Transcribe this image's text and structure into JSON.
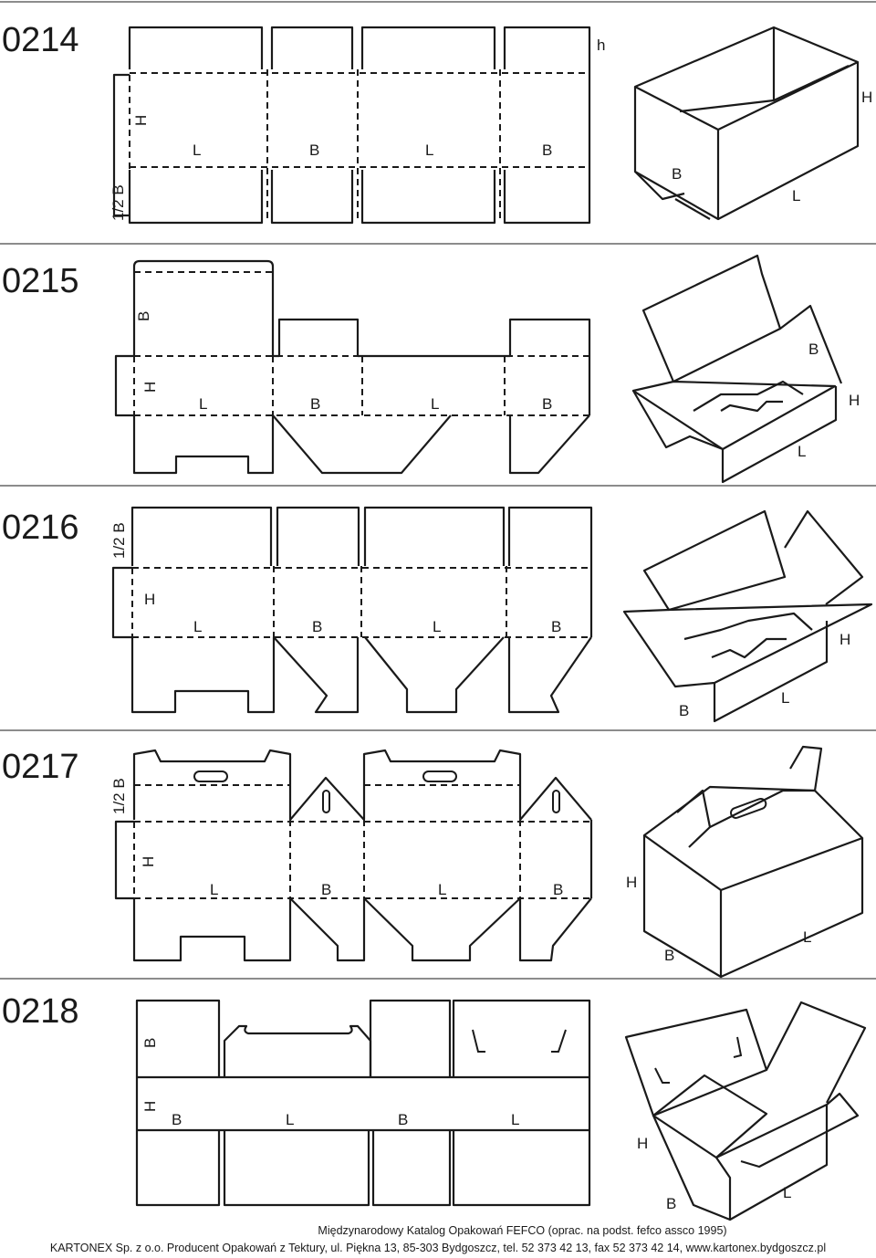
{
  "sections": [
    {
      "code": "0214",
      "net_labels": {
        "side": "1/2 B",
        "height": "H",
        "panels": [
          "L",
          "B",
          "L",
          "B"
        ],
        "top": "h"
      },
      "view_labels": [
        "H",
        "B",
        "L"
      ]
    },
    {
      "code": "0215",
      "net_labels": {
        "top": "B",
        "height": "H",
        "panels": [
          "L",
          "B",
          "L",
          "B"
        ]
      },
      "view_labels": [
        "B",
        "H",
        "L"
      ]
    },
    {
      "code": "0216",
      "net_labels": {
        "side": "1/2 B",
        "height": "H",
        "panels": [
          "L",
          "B",
          "L",
          "B"
        ]
      },
      "view_labels": [
        "H",
        "B",
        "L"
      ]
    },
    {
      "code": "0217",
      "net_labels": {
        "side": "1/2 B",
        "height": "H",
        "panels": [
          "L",
          "B",
          "L",
          "B"
        ]
      },
      "view_labels": [
        "H",
        "B",
        "L"
      ]
    },
    {
      "code": "0218",
      "net_labels": {
        "top": "B",
        "height": "H",
        "panels": [
          "B",
          "L",
          "B",
          "L"
        ]
      },
      "view_labels": [
        "H",
        "B",
        "L"
      ]
    }
  ],
  "footer": {
    "line1": "Międzynarodowy Katalog Opakowań FEFCO (oprac. na podst. fefco assco 1995)",
    "line2": "KARTONEX Sp. z o.o. Producent Opakowań z Tektury, ul. Piękna 13, 85-303 Bydgoszcz, tel. 52 373 42 13, fax 52  373 42 14, www.kartonex.bydgoszcz.pl"
  }
}
